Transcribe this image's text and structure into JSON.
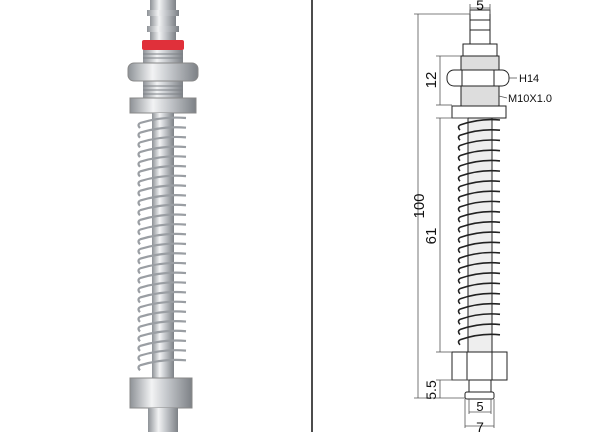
{
  "drawing": {
    "dimensions": {
      "top_barb_width": "5",
      "total_length": "100",
      "thread_length": "12",
      "hex_size": "H14",
      "thread_spec": "M10X1.0",
      "spring_length": "61",
      "tip_length": "5.5",
      "tip_inner_width": "5",
      "tip_outer_width": "7"
    }
  },
  "colors": {
    "metal": "#c9ccd0",
    "seal": "#e0303a",
    "line": "#222222"
  }
}
